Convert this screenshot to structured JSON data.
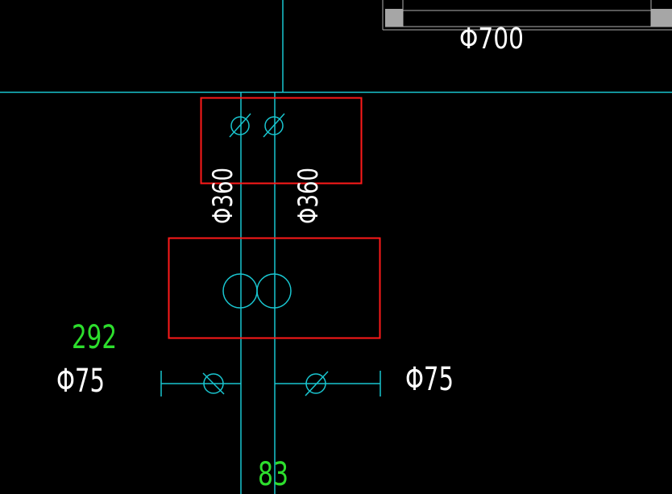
{
  "colors": {
    "background": "#000000",
    "axis": "#19c5cf",
    "annotation": "#ffffff",
    "highlight": "#ff1a1a",
    "dimension_text": "#2dde2d",
    "frame": "#b0b0b0"
  },
  "labels": {
    "top_diameter": "Φ700",
    "pipe_left": "Φ360",
    "pipe_right": "Φ360",
    "dim_value_292": "292",
    "side_left": "Φ75",
    "side_right": "Φ75",
    "dim_value_83": "83"
  }
}
